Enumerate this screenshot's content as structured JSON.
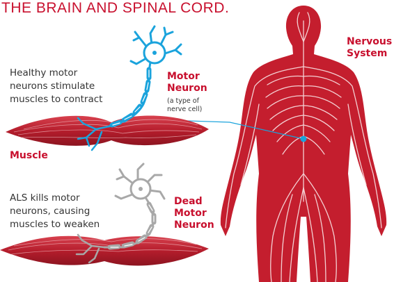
{
  "title": "THE BRAIN AND SPINAL CORD.",
  "labels": {
    "nervous_system": [
      "Nervous",
      "System"
    ],
    "motor_neuron": [
      "Motor",
      "Neuron"
    ],
    "motor_neuron_note": [
      "(a type of",
      "nerve cell)"
    ],
    "muscle": "Muscle",
    "dead_motor_neuron": [
      "Dead",
      "Motor",
      "Neuron"
    ]
  },
  "descriptions": {
    "healthy": [
      "Healthy motor",
      "neurons stimulate",
      "muscles to contract"
    ],
    "als": [
      "ALS kills motor",
      "neurons, causing",
      "muscles to weaken"
    ]
  },
  "colors": {
    "brand_red": "#c8102e",
    "body_red": "#c41e2e",
    "neuron_blue": "#1aa3dc",
    "neuron_gray": "#a8a8a8",
    "muscle_red": "#b51d2c"
  }
}
